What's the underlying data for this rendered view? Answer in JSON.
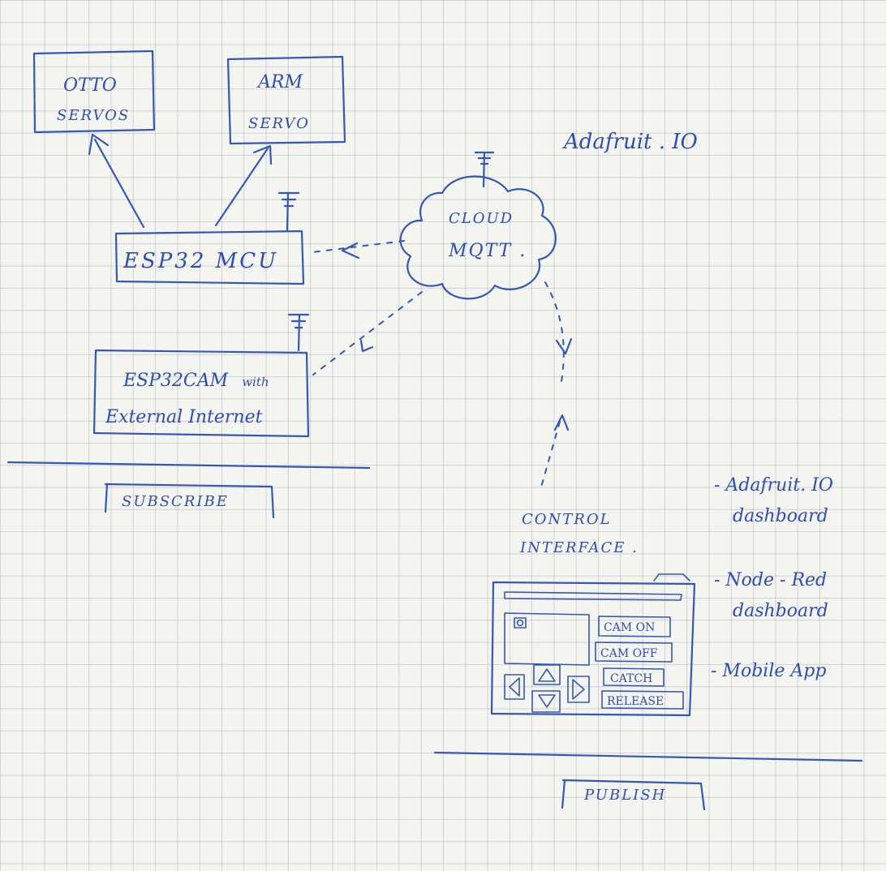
{
  "title": "Adafruit . IO",
  "nodes": {
    "otto": {
      "line1": "OTTO",
      "line2": "SERVOS"
    },
    "arm": {
      "line1": "ARM",
      "line2": "SERVO"
    },
    "esp32_mcu": {
      "label": "ESP32 MCU"
    },
    "cloud": {
      "line1": "CLOUD",
      "line2": "MQTT ."
    },
    "esp32cam": {
      "line1": "ESP32CAM",
      "line1_suffix": "with",
      "line2": "External Internet"
    },
    "control_interface": {
      "line1": "CONTROL",
      "line2": "INTERFACE ."
    }
  },
  "sections": {
    "subscribe": "SUBSCRIBE",
    "publish": "PUBLISH"
  },
  "interfaces": [
    {
      "line1": "- Adafruit. IO",
      "line2": "dashboard"
    },
    {
      "line1": "- Node - Red",
      "line2": "dashboard"
    },
    {
      "line1": "- Mobile App",
      "line2": ""
    }
  ],
  "ui_sketch": {
    "buttons": [
      "CAM ON",
      "CAM OFF",
      "CATCH",
      "RELEASE"
    ]
  },
  "colors": {
    "ink": "#3558b8",
    "paper": "#f4f4f1",
    "grid": "#9a9aa6"
  }
}
